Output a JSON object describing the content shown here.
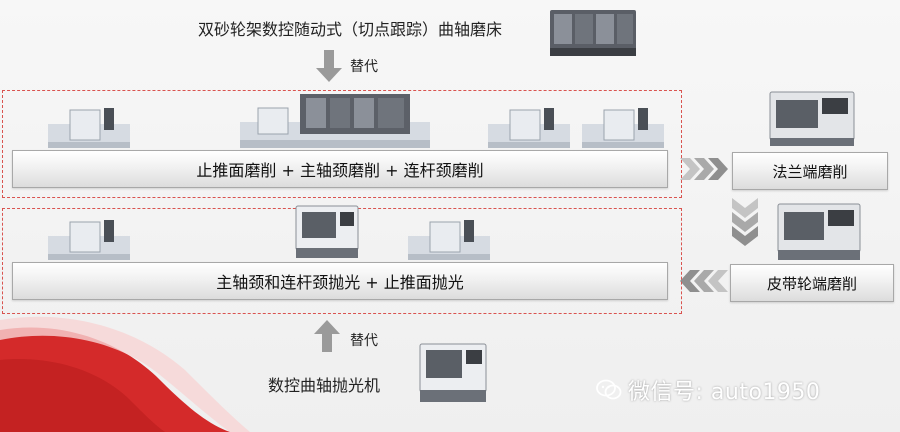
{
  "top_caption": "双砂轮架数控随动式（切点跟踪）曲轴磨床",
  "top_arrow_label": "替代",
  "bar_top": "止推面磨削 + 主轴颈磨削 + 连杆颈磨削",
  "bar_bottom": "主轴颈和连杆颈抛光 + 止推面抛光",
  "side_top": "法兰端磨削",
  "side_bottom": "皮带轮端磨削",
  "bottom_arrow_label": "替代",
  "bottom_caption": "数控曲轴抛光机",
  "watermark": "微信号: auto1950",
  "colors": {
    "dash_border": "#d9534f",
    "arrow_gray": "#9a9a9a",
    "red_wave": "#d42a2a"
  }
}
